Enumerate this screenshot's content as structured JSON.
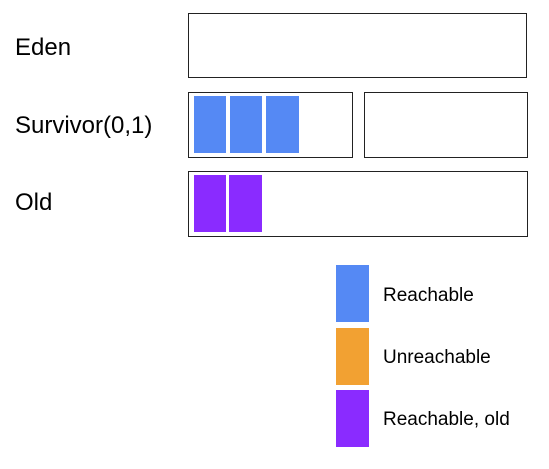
{
  "colors": {
    "reachable": "#5589f4",
    "unreachable": "#f2a132",
    "reachable_old": "#8a2bff"
  },
  "rows": {
    "eden": {
      "label": "Eden"
    },
    "survivor": {
      "label": "Survivor(0,1)"
    },
    "old": {
      "label": "Old"
    }
  },
  "regions": {
    "eden": {
      "objects": []
    },
    "survivor_0": {
      "objects": [
        "reachable",
        "reachable",
        "reachable"
      ]
    },
    "survivor_1": {
      "objects": []
    },
    "old": {
      "objects": [
        "reachable_old",
        "reachable_old"
      ]
    }
  },
  "legend": [
    {
      "label": "Reachable",
      "kind": "reachable"
    },
    {
      "label": "Unreachable",
      "kind": "unreachable"
    },
    {
      "label": "Reachable, old",
      "kind": "reachable_old"
    }
  ]
}
